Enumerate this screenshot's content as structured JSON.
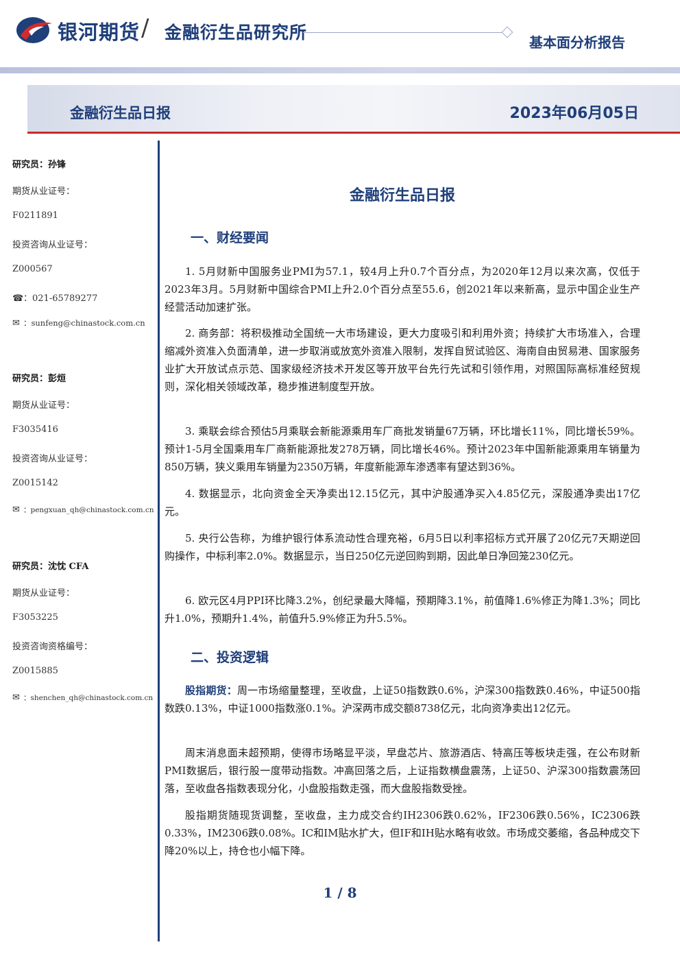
{
  "header": {
    "brand": "银河期货",
    "slash": "/",
    "institute": "金融衍生品研究所",
    "report_type": "基本面分析报告",
    "colors": {
      "navy": "#1f3f7a",
      "red": "#c52a2a"
    }
  },
  "banner": {
    "title": "金融衍生品日报",
    "date": "2023年06月05日"
  },
  "sidebar": {
    "analysts": [
      {
        "name": "研究员：孙锋",
        "futures_cert_label": "期货从业证号：",
        "futures_cert": "F0211891",
        "consult_cert_label": "投资咨询从业证号：",
        "consult_cert": "Z000567",
        "phone": "：021-65789277",
        "email": "：sunfeng@chinastock.com.cn"
      },
      {
        "name": "研究员：彭烜",
        "futures_cert_label": "期货从业证号：",
        "futures_cert": "F3035416",
        "consult_cert_label": "投资咨询从业证号：",
        "consult_cert": "Z0015142",
        "email": "：pengxuan_qh@chinastock.com.cn"
      },
      {
        "name": "研究员：沈忱 CFA",
        "futures_cert_label": "期货从业证号：",
        "futures_cert": "F3053225",
        "consult_cert_label": "投资咨询资格编号：",
        "consult_cert": "Z0015885",
        "email": "：shenchen_qh@chinastock.com.cn"
      }
    ],
    "icons": {
      "phone": "phone-icon",
      "email": "envelope-icon"
    }
  },
  "main": {
    "title": "金融衍生品日报",
    "section1": {
      "heading": "一、财经要闻",
      "items": [
        "1. 5月财新中国服务业PMI为57.1，较4月上升0.7个百分点，为2020年12月以来次高，仅低于2023年3月。5月财新中国综合PMI上升2.0个百分点至55.6，创2021年以来新高，显示中国企业生产经营活动加速扩张。",
        "2. 商务部：将积极推动全国统一大市场建设，更大力度吸引和利用外资；持续扩大市场准入，合理缩减外资准入负面清单，进一步取消或放宽外资准入限制，发挥自贸试验区、海南自由贸易港、国家服务业扩大开放试点示范、国家级经济技术开发区等开放平台先行先试和引领作用，对照国际高标准经贸规则，深化相关领域改革，稳步推进制度型开放。",
        "3. 乘联会综合预估5月乘联会新能源乘用车厂商批发销量67万辆，环比增长11%，同比增长59%。预计1-5月全国乘用车厂商新能源批发278万辆，同比增长46%。预计2023年中国新能源乘用车销量为850万辆，狭义乘用车销量为2350万辆，年度新能源车渗透率有望达到36%。",
        "4. 数据显示，北向资金全天净卖出12.15亿元，其中沪股通净买入4.85亿元，深股通净卖出17亿元。",
        "5. 央行公告称，为维护银行体系流动性合理充裕，6月5日以利率招标方式开展了20亿元7天期逆回购操作，中标利率2.0%。数据显示，当日250亿元逆回购到期，因此单日净回笼230亿元。",
        "6. 欧元区4月PPI环比降3.2%，创纪录最大降幅，预期降3.1%，前值降1.6%修正为降1.3%；同比升1.0%，预期升1.4%，前值升5.9%修正为升5.5%。"
      ]
    },
    "section2": {
      "heading": "二、投资逻辑",
      "lead_label": "股指期货：",
      "paragraphs": [
        "周一市场缩量整理，至收盘，上证50指数跌0.6%，沪深300指数跌0.46%，中证500指数跌0.13%，中证1000指数涨0.1%。沪深两市成交额8738亿元，北向资净卖出12亿元。",
        "周末消息面未超预期，使得市场略显平淡，早盘芯片、旅游酒店、特高压等板块走强，在公布财新PMI数据后，银行股一度带动指数。冲高回落之后，上证指数横盘震荡，上证50、沪深300指数震荡回落，至收盘各指数表现分化，小盘股指数走强，而大盘股指数受挫。",
        "股指期货随现货调整，至收盘，主力成交合约IH2306跌0.62%，IF2306跌0.56%，IC2306跌0.33%，IM2306跌0.08%。IC和IM贴水扩大，但IF和IH贴水略有收敛。市场成交萎缩，各品种成交下降20%以上，持仓也小幅下降。"
      ]
    }
  },
  "footer": {
    "page": "1 / 8"
  }
}
